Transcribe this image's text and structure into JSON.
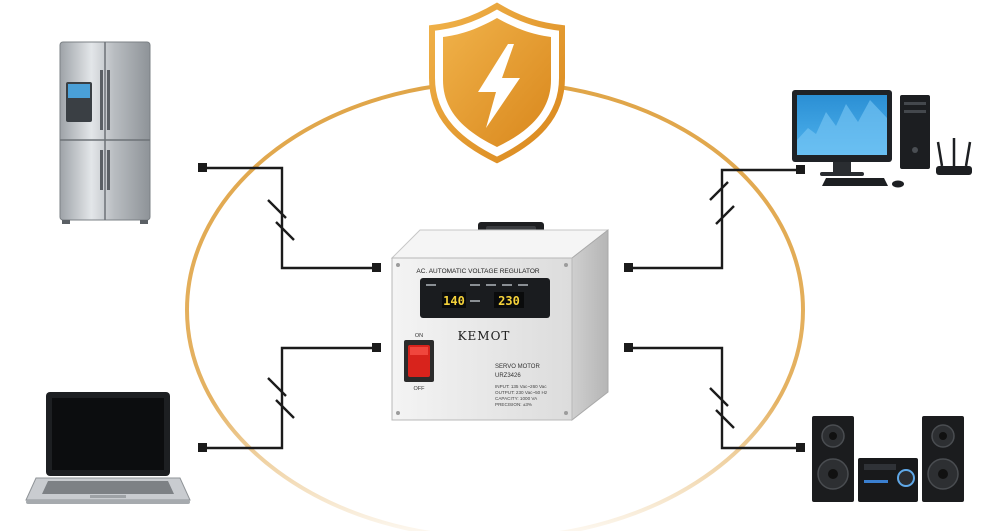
{
  "device": {
    "header_label": "AC. AUTOMATIC VOLTAGE REGULATOR",
    "display_input": "140",
    "display_output": "230",
    "brand": "KEMOT",
    "switch_on": "ON",
    "switch_off": "OFF",
    "spec_motor": "SERVO MOTOR",
    "spec_model": "URZ3426",
    "spec_input": "INPUT: 135 Vac~260 Vac",
    "spec_output": "OUTPUT: 230 Vac~50 Hz",
    "spec_capacity": "CAPACITY: 1000 VA",
    "spec_precision": "PRECISION: ±3%"
  },
  "colors": {
    "ring": "#e0a548",
    "shield": "#e39a2c",
    "device_body": "#ececec",
    "panel": "#1a1c1f",
    "lcd": "#f5d23a",
    "switch": "#d8231c"
  }
}
